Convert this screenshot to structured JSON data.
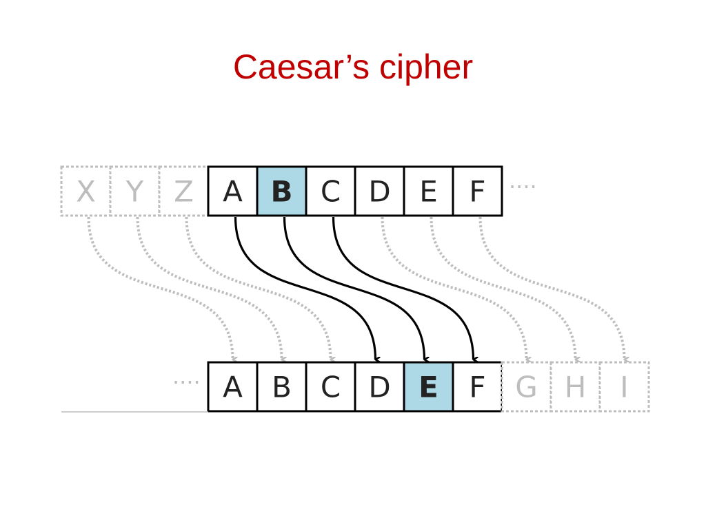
{
  "slide": {
    "title": "Caesar’s cipher"
  },
  "colors": {
    "title": "#c00000",
    "highlight": "#add8e6",
    "cell_border": "#000000",
    "cell_text": "#222222",
    "faded": "#bdbdbd",
    "arrow": "#000000"
  },
  "cipher": {
    "shift": 3,
    "highlight_plain": "B",
    "highlight_cipher": "E",
    "ellipsis": "····",
    "top_row": {
      "faded_letters": [
        "X",
        "Y",
        "Z"
      ],
      "letters": [
        "A",
        "B",
        "C",
        "D",
        "E",
        "F"
      ]
    },
    "bottom_row": {
      "letters": [
        "A",
        "B",
        "C",
        "D",
        "E",
        "F"
      ],
      "faded_letters": [
        "G",
        "H",
        "I"
      ]
    }
  }
}
